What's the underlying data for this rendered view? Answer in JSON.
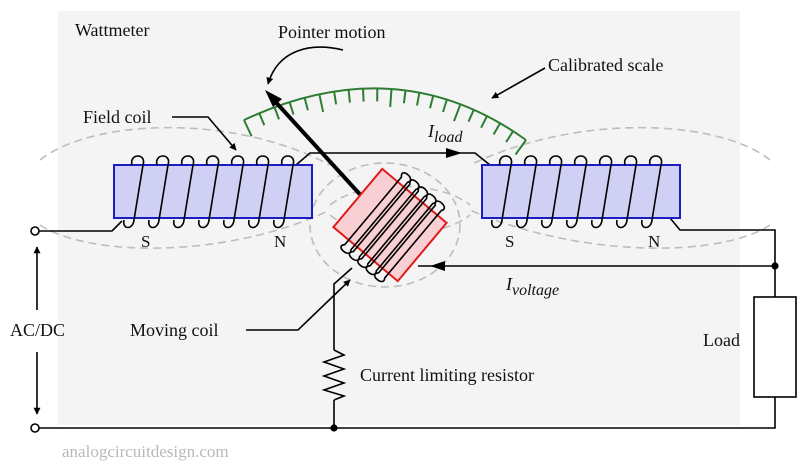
{
  "title": "Wattmeter",
  "labels": {
    "pointer_motion": "Pointer motion",
    "calibrated_scale": "Calibrated scale",
    "field_coil": "Field coil",
    "moving_coil": "Moving coil",
    "current_limiting_resistor": "Current limiting resistor",
    "load": "Load",
    "source": "AC/DC"
  },
  "currents": {
    "load": {
      "symbol": "I",
      "subscript": "load"
    },
    "voltage": {
      "symbol": "I",
      "subscript": "voltage"
    }
  },
  "poles": {
    "left_south": "S",
    "left_north": "N",
    "right_south": "S",
    "right_north": "N"
  },
  "watermark": "analogcircuitdesign.com",
  "colors": {
    "panel": "#f4f4f4",
    "field_coil_fill": "#cfd0f3",
    "field_coil_stroke": "#1c1cc4",
    "moving_coil_fill": "#f8cfd2",
    "moving_coil_stroke": "#e01a1a",
    "scale": "#2e7d32",
    "wire": "#000000",
    "field_lines": "#bdbdbd",
    "watermark": "#b9b9b9"
  }
}
